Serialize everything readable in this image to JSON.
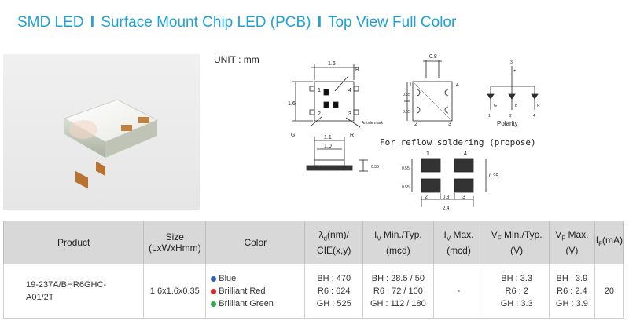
{
  "header": {
    "part1": "SMD LED",
    "sep": "I",
    "part2": "Surface Mount Chip LED (PCB)",
    "part3": "Top View Full Color"
  },
  "unit_label": "UNIT : mm",
  "drawing": {
    "dims": {
      "top_width": "1.6",
      "side_height": "1.6",
      "pad_pitch": "0.8",
      "pad_h1": "0.55",
      "pad_h2": "0.55",
      "pin_w1": "1.1",
      "pin_w2": "1.0",
      "thickness": "0.35",
      "reflow_pad_h1": "0.55",
      "reflow_pad_h2": "0.55",
      "reflow_gap": "0.35",
      "reflow_pitch": "0.8",
      "reflow_total": "2.4"
    },
    "labels": {
      "b": "B",
      "g": "G",
      "r": "R",
      "anode": "Anode mark",
      "p1": "1",
      "p2": "2",
      "p3": "3",
      "p4": "4",
      "plus": "+"
    },
    "polarity": "Polarity",
    "polarity_pins": [
      "1",
      "2",
      "3",
      "4"
    ],
    "polarity_colors": [
      "G",
      "B",
      "R"
    ],
    "reflow_title": "For reflow soldering (propose)"
  },
  "table": {
    "headers": {
      "product": "Product",
      "size": "Size",
      "size_unit": "(LxWxHmm)",
      "color": "Color",
      "lambda_a": "λ",
      "lambda_sub": "d",
      "lambda_b": "(nm)/",
      "lambda_c": "CIE(x,y)",
      "iv_a": "I",
      "iv_sub": "V",
      "iv_b": " Min./Typ.",
      "iv_c": "(mcd)",
      "ivmax_a": "I",
      "ivmax_sub": "V",
      "ivmax_b": " Max.",
      "ivmax_c": "(mcd)",
      "vf_a": "V",
      "vf_sub": "F",
      "vf_b": " Min./Typ.",
      "vf_c": "(V)",
      "vfmax_a": "V",
      "vfmax_sub": "F",
      "vfmax_b": " Max.",
      "vfmax_c": "(V)",
      "if_a": "I",
      "if_sub": "F",
      "if_b": "(mA)"
    },
    "row": {
      "product_l1": "19-237A/BHR6GHC-",
      "product_l2": "A01/2T",
      "size": "1.6x1.6x0.35",
      "colors": [
        {
          "label": "Blue",
          "color": "#2b5fb8"
        },
        {
          "label": "Brilliant Red",
          "color": "#d62a2a"
        },
        {
          "label": "Brilliant Green",
          "color": "#2ea84a"
        }
      ],
      "wavelength": [
        "BH : 470",
        "R6 : 624",
        "GH : 525"
      ],
      "iv": [
        "BH : 28.5 / 50",
        "R6 : 72 / 100",
        "GH : 112 / 180"
      ],
      "iv_max": "-",
      "vf": [
        "BH : 3.3",
        "R6 : 2",
        "GH : 3.3"
      ],
      "vf_max": [
        "BH : 3.9",
        "R6 : 2.4",
        "GH : 3.9"
      ],
      "if": "20"
    }
  }
}
